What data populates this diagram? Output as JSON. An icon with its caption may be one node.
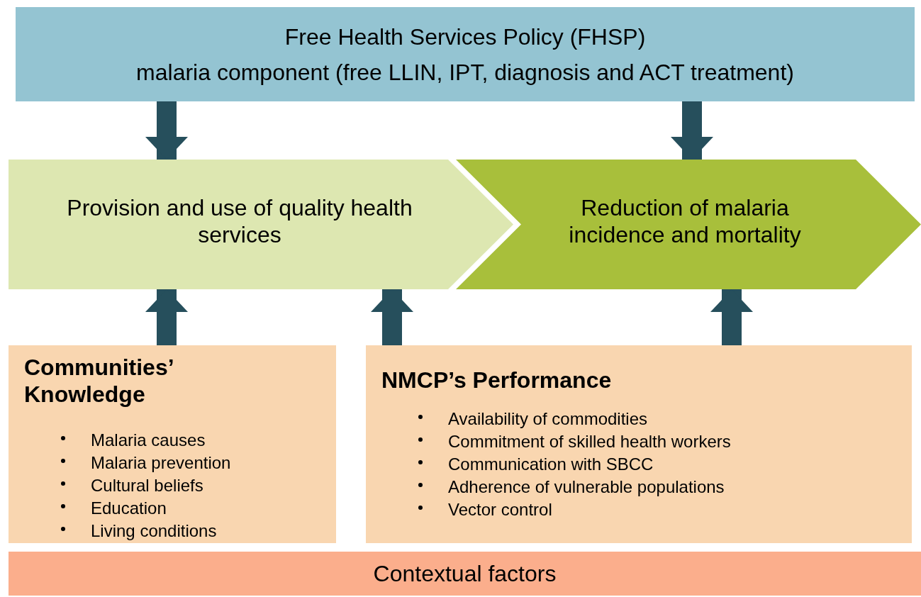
{
  "diagram": {
    "nodes": [
      {
        "text": [
          "Free Health Services Policy (FHSP)",
          "malaria component (free LLIN, IPT, diagnosis and ACT treatment)"
        ]
      },
      {
        "text": [
          "Provision and use of quality health services"
        ]
      },
      {
        "text": [
          "Reduction of malaria incidence and mortality"
        ]
      },
      {
        "text": [
          "Communities’ Knowledge",
          "Malaria causes",
          "Malaria prevention",
          "Cultural beliefs",
          "Education",
          "Living conditions"
        ]
      },
      {
        "text": [
          "NMCP’s Performance",
          "Availability of commodities",
          "Commitment of skilled health workers",
          "Communication with SBCC",
          "Adherence of vulnerable populations",
          "Vector control"
        ]
      },
      {
        "text": [
          "Contextual factors"
        ]
      }
    ],
    "edges": [
      {
        "from": 0,
        "to": 1,
        "arrow": "to"
      },
      {
        "from": 0,
        "to": 2,
        "arrow": "to"
      },
      {
        "from": 3,
        "to": 1,
        "arrow": "to"
      },
      {
        "from": 4,
        "to": 1,
        "arrow": "to"
      },
      {
        "from": 4,
        "to": 2,
        "arrow": "to"
      }
    ]
  }
}
